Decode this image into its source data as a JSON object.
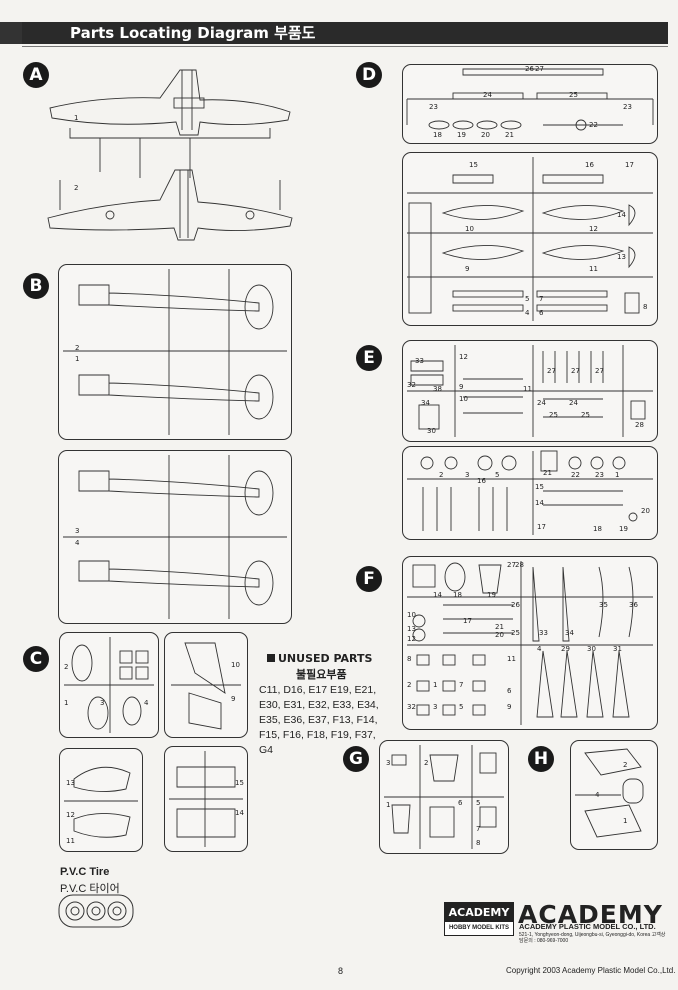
{
  "header": {
    "title": "Parts Locating Diagram 부품도"
  },
  "sections": [
    "A",
    "B",
    "C",
    "D",
    "E",
    "F",
    "G",
    "H"
  ],
  "unused_parts": {
    "title": "UNUSED PARTS",
    "subtitle": "불필요부품",
    "list": "C11, D16, E17 E19, E21, E30, E31, E32, E33, E34, E35, E36, E37, F13, F14, F15, F16, F18, F19, F37, G4"
  },
  "pvc_tire": {
    "title": "P.V.C Tire",
    "subtitle": "P.V.C 타이어"
  },
  "branding": {
    "badge_top": "ACADEMY",
    "badge_bottom": "HOBBY MODEL KITS",
    "wordmark": "ACADEMY",
    "company": "ACADEMY PLASTIC MODEL CO., LTD.",
    "address": "521-1, Yonghyeon-dong, Uijeongbu-si, Gyeonggi-do, Korea 고객상담문의 : 080-969-7000"
  },
  "footer": {
    "page_number": "8",
    "copyright": "Copyright 2003 Academy Plastic Model Co.,Ltd."
  },
  "part_numbers": {
    "A": [
      "1",
      "2"
    ],
    "B": [
      "2",
      "1",
      "3",
      "4"
    ],
    "C": [
      "2",
      "1",
      "3",
      "4",
      "10",
      "9",
      "13",
      "12",
      "11",
      "15",
      "14"
    ],
    "D": [
      "26",
      "27",
      "23",
      "24",
      "25",
      "23",
      "18",
      "19",
      "20",
      "21",
      "22",
      "15",
      "16",
      "17",
      "14",
      "10",
      "12",
      "9",
      "11",
      "13",
      "5",
      "7",
      "4",
      "6",
      "8"
    ],
    "E": [
      "33",
      "12",
      "32",
      "38",
      "9",
      "10",
      "11",
      "34",
      "30",
      "27",
      "27",
      "27",
      "28",
      "24",
      "25",
      "24",
      "25",
      "21",
      "22",
      "23",
      "1",
      "2",
      "3",
      "5",
      "16",
      "15",
      "14",
      "17",
      "18",
      "19",
      "20"
    ],
    "F": [
      "14",
      "18",
      "19",
      "27",
      "28",
      "26",
      "10",
      "13",
      "12",
      "17",
      "21",
      "20",
      "25",
      "33",
      "34",
      "35",
      "36",
      "8",
      "11",
      "2",
      "1",
      "4",
      "29",
      "30",
      "31",
      "32",
      "3",
      "5",
      "6",
      "7",
      "9"
    ],
    "G": [
      "3",
      "2",
      "5",
      "1",
      "6",
      "7",
      "8"
    ],
    "H": [
      "2",
      "4",
      "1"
    ]
  }
}
